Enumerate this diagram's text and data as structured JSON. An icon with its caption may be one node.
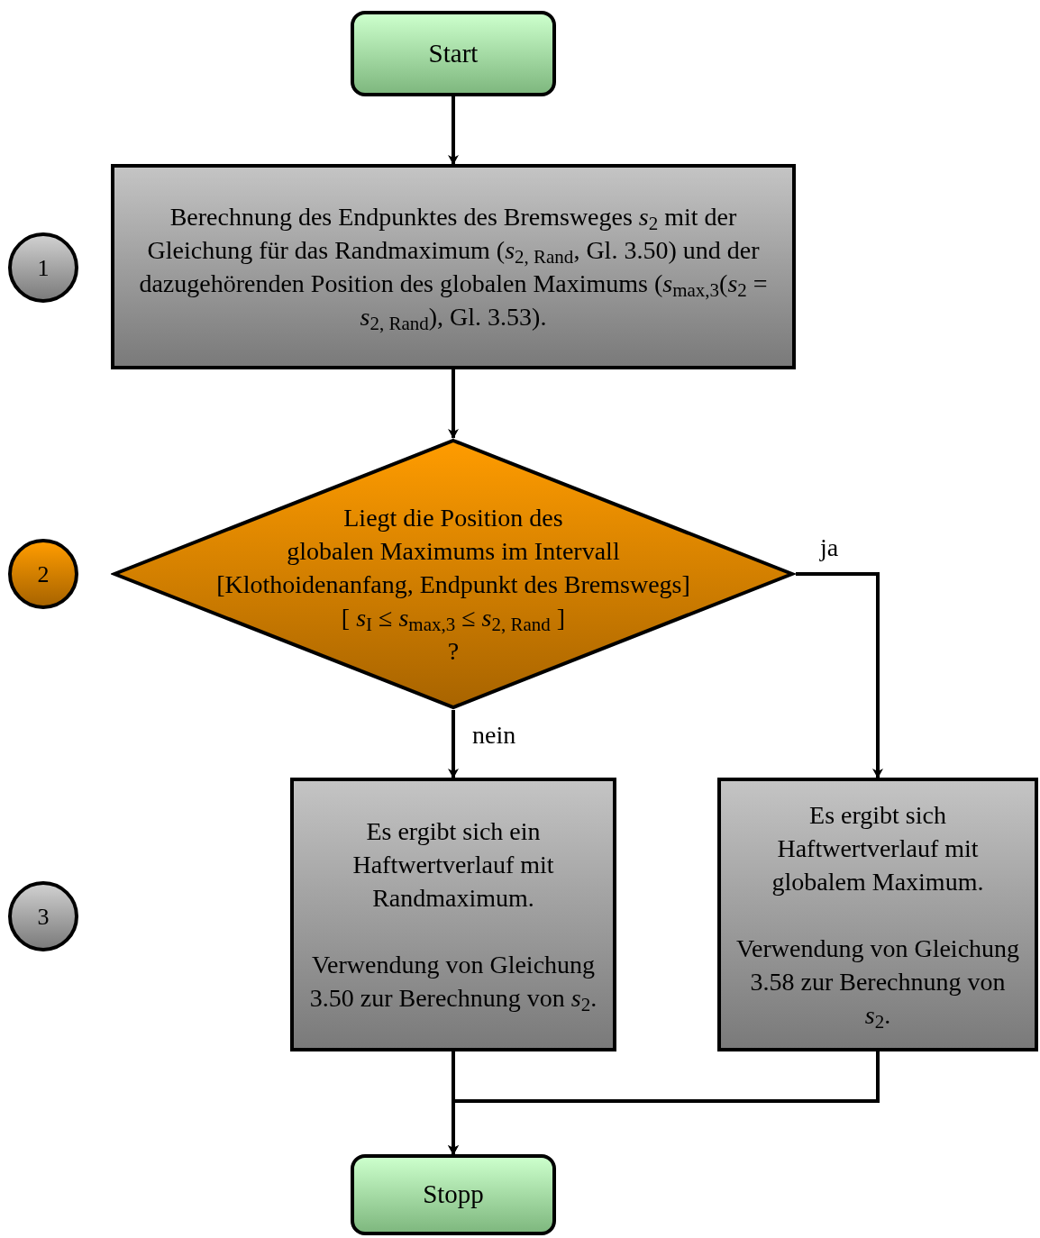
{
  "diagram": {
    "nodes": [
      {
        "text": [
          "Start"
        ]
      },
      {
        "text": [
          "Berechnung des Endpunktes des Bremsweges *s*$_{2}$ mit der Gleichung für das Randmaximum (*s*$_{2, Rand}$, Gl. 3.50) und der dazugehörenden Position des globalen Maximums (*s*$_{max,3}$(*s*$_{2}$ = *s*$_{2, Rand}$), Gl. 3.53)."
        ]
      },
      {
        "text": [
          "Liegt die Position des globalen Maximums im Intervall [Klothoidenanfang, Endpunkt des Bremswegs]",
          "[ *s*$_{I}$ ≤ *s*$_{max,3}$ ≤ *s*$_{2, Rand}$ ]",
          "?"
        ]
      },
      {
        "text": [
          "Es ergibt sich ein Haftwertverlauf mit Randmaximum.",
          "Verwendung von Gleichung 3.50 zur Berechnung von *s*$_{2}$."
        ]
      },
      {
        "text": [
          "Es ergibt sich Haftwertverlauf mit globalem Maximum.",
          "Verwendung von Gleichung 3.58 zur Berechnung von *s*$_{2}$."
        ]
      },
      {
        "text": [
          "Stopp"
        ]
      },
      {
        "text": [
          "1"
        ]
      },
      {
        "text": [
          "2"
        ]
      },
      {
        "text": [
          "3"
        ]
      }
    ],
    "edges": [
      {
        "from": 0,
        "to": 1,
        "arrow": "to"
      },
      {
        "from": 1,
        "to": 2,
        "arrow": "to"
      },
      {
        "from": 2,
        "to": 4,
        "arrow": "to",
        "label": "ja"
      },
      {
        "from": 2,
        "to": 3,
        "arrow": "to",
        "label": "nein"
      },
      {
        "from": 3,
        "to": 5,
        "arrow": "to"
      },
      {
        "from": 4,
        "to": 5,
        "arrow": "to"
      }
    ]
  }
}
